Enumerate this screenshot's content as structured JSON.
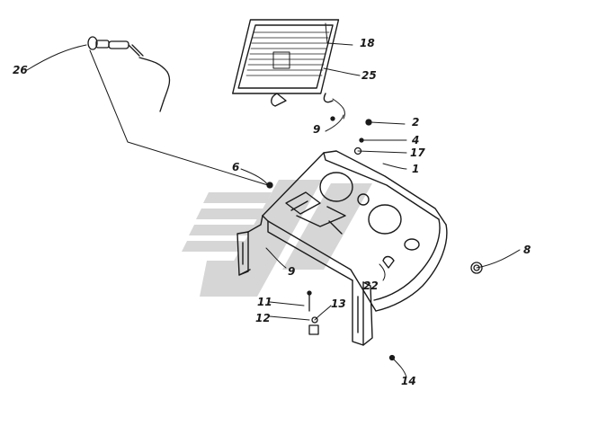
{
  "diagram": {
    "callouts": {
      "c26": "26",
      "c18": "18",
      "c25": "25",
      "c9a": "9",
      "c2": "2",
      "c4": "4",
      "c17": "17",
      "c1": "1",
      "c6": "6",
      "c8": "8",
      "c9b": "9",
      "c22": "22",
      "c11": "11",
      "c13": "13",
      "c12": "12",
      "c14": "14"
    },
    "colors": {
      "ink": "#1a1a1a",
      "watermark": "#c8c8c8"
    },
    "watermark_icon": "striped-logo-watermark"
  }
}
